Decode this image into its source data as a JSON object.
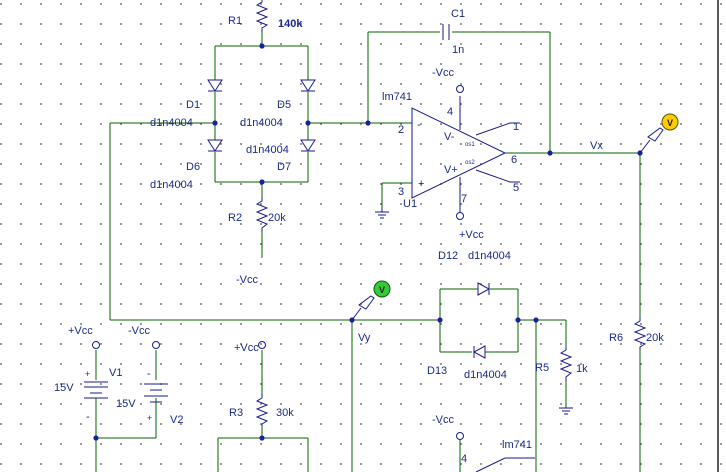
{
  "colors": {
    "wire": "#006600",
    "part": "#1a1a8a",
    "label": "#1a2a8a",
    "probe_yellow": "#ffcc00",
    "probe_green": "#33cc33"
  },
  "components": {
    "R1": {
      "ref": "R1",
      "value": "140k"
    },
    "C1": {
      "ref": "C1",
      "value": "1n"
    },
    "U1": {
      "ref": "U1",
      "model": "lm741",
      "pin_inv": "2",
      "pin_noninv": "3",
      "pin_vneg": "4",
      "pin_out": "6",
      "pin_vpos": "7",
      "pin_os1": "1",
      "pin_os2": "5",
      "sym_vneg": "V-",
      "sym_vpos": "V+",
      "sym_os1": "os1",
      "sym_os2": "os2",
      "sym_minus": "-",
      "sym_plus": "+"
    },
    "D1": {
      "ref": "D1",
      "model": "d1n4004"
    },
    "D5": {
      "ref": "D5",
      "model": "d1n4004"
    },
    "D6": {
      "ref": "D6",
      "model": "d1n4004"
    },
    "D7": {
      "ref": "D7",
      "model": "d1n4004"
    },
    "R2": {
      "ref": "R2",
      "value": "20k"
    },
    "R6": {
      "ref": "R6",
      "value": "20k"
    },
    "D12": {
      "ref": "D12",
      "model": "d1n4004"
    },
    "D13": {
      "ref": "D13",
      "model": "d1n4004"
    },
    "R5": {
      "ref": "R5",
      "value": "1k"
    },
    "R3": {
      "ref": "R3",
      "value": "30k"
    },
    "V1": {
      "ref": "V1",
      "value": "15V"
    },
    "V2": {
      "ref": "V2",
      "value": "15V"
    },
    "U2": {
      "model": "lm741",
      "pin_vneg": "4"
    }
  },
  "power": {
    "vneg_opamp": "-Vcc",
    "vpos_opamp": "+Vcc",
    "vneg_r2": "-Vcc",
    "vpos_v1": "+Vcc",
    "vneg_v2": "-Vcc",
    "vpos_r3": "+Vcc",
    "vneg_u2": "-Vcc"
  },
  "nets": {
    "vx": "Vx",
    "vy": "Vy"
  },
  "probes": {
    "yellow": "V",
    "green": "V"
  },
  "battery_marks": {
    "plus": "+",
    "minus": "-"
  }
}
